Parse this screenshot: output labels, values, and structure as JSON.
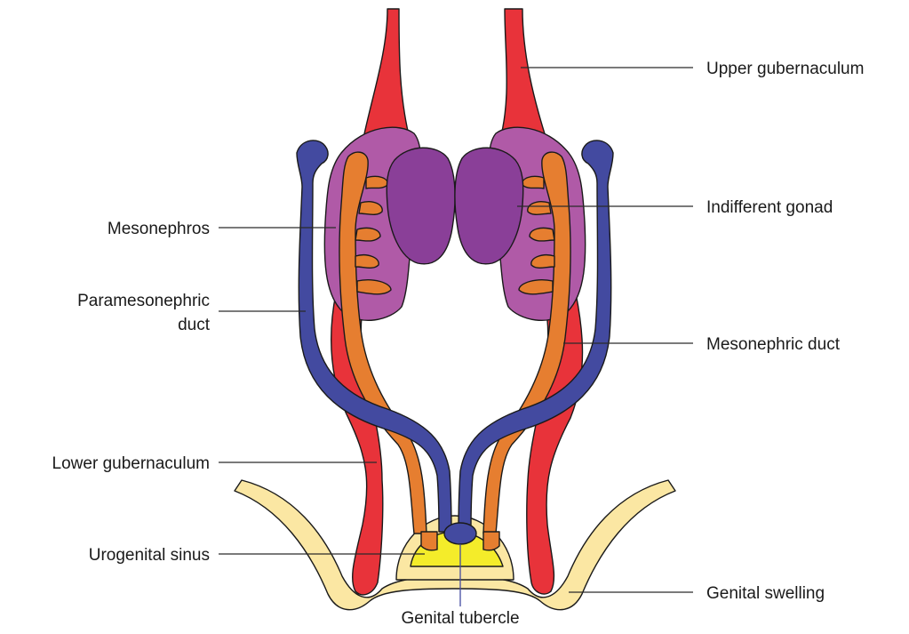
{
  "labels": {
    "upper_gubernaculum": "Upper gubernaculum",
    "indifferent_gonad": "Indifferent gonad",
    "mesonephros": "Mesonephros",
    "paramesonephric_duct_line1": "Paramesonephric",
    "paramesonephric_duct_line2": "duct",
    "mesonephric_duct": "Mesonephric duct",
    "lower_gubernaculum": "Lower gubernaculum",
    "urogenital_sinus": "Urogenital sinus",
    "genital_swelling": "Genital swelling",
    "genital_tubercle": "Genital tubercle"
  },
  "colors": {
    "gubernaculum": "#e8333a",
    "mesonephros": "#b05aa7",
    "gonad": "#8a3f98",
    "mesonephric_duct": "#e67e30",
    "paramesonephric_duct": "#434aa0",
    "genital_swelling": "#fbe7a3",
    "urogenital_sinus": "#f4ec2a",
    "outline": "#1a1a1a"
  }
}
